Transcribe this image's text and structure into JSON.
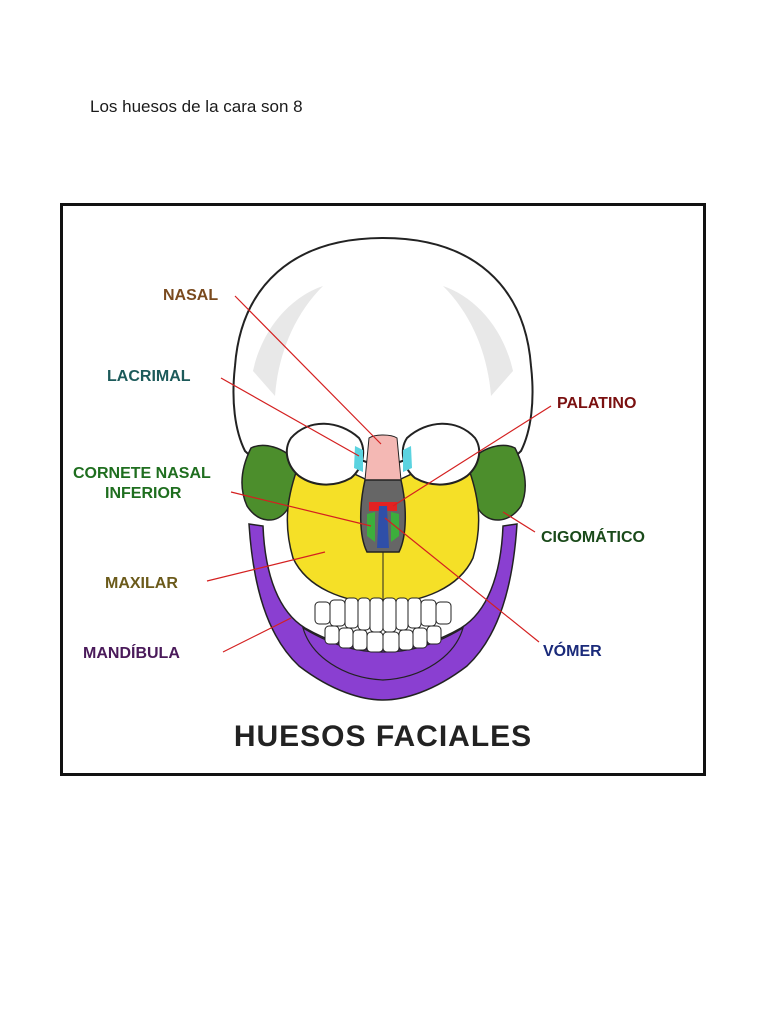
{
  "document": {
    "intro": "Los huesos de la cara son 8"
  },
  "figure": {
    "title": "HUESOS FACIALES",
    "labels": {
      "nasal": "NASAL",
      "lacrimal": "LACRIMAL",
      "cornete_line1": "CORNETE NASAL",
      "cornete_line2": "INFERIOR",
      "maxilar": "MAXILAR",
      "mandibula": "MANDÍBULA",
      "palatino": "PALATINO",
      "cigomatico": "CIGOMÁTICO",
      "vomer": "VÓMER"
    },
    "colors": {
      "nasal": "#f4b8b4",
      "lacrimal": "#5bd3e0",
      "cornete": "#3cae3c",
      "maxilar": "#f5e027",
      "mandibula": "#8a3fd1",
      "palatino": "#e32222",
      "cigomatico": "#4c8e2c",
      "vomer": "#2f4fa8",
      "leader": "#d42020",
      "label_nasal": "#7a4a1e",
      "label_lacrimal": "#1c5a5a",
      "label_cornete": "#1f6e1f",
      "label_maxilar": "#6b5a1a",
      "label_mandibula": "#4a1a5a",
      "label_palatino": "#7a1010",
      "label_cigomatico": "#1a4a1a",
      "label_vomer": "#1a2a7a"
    }
  }
}
